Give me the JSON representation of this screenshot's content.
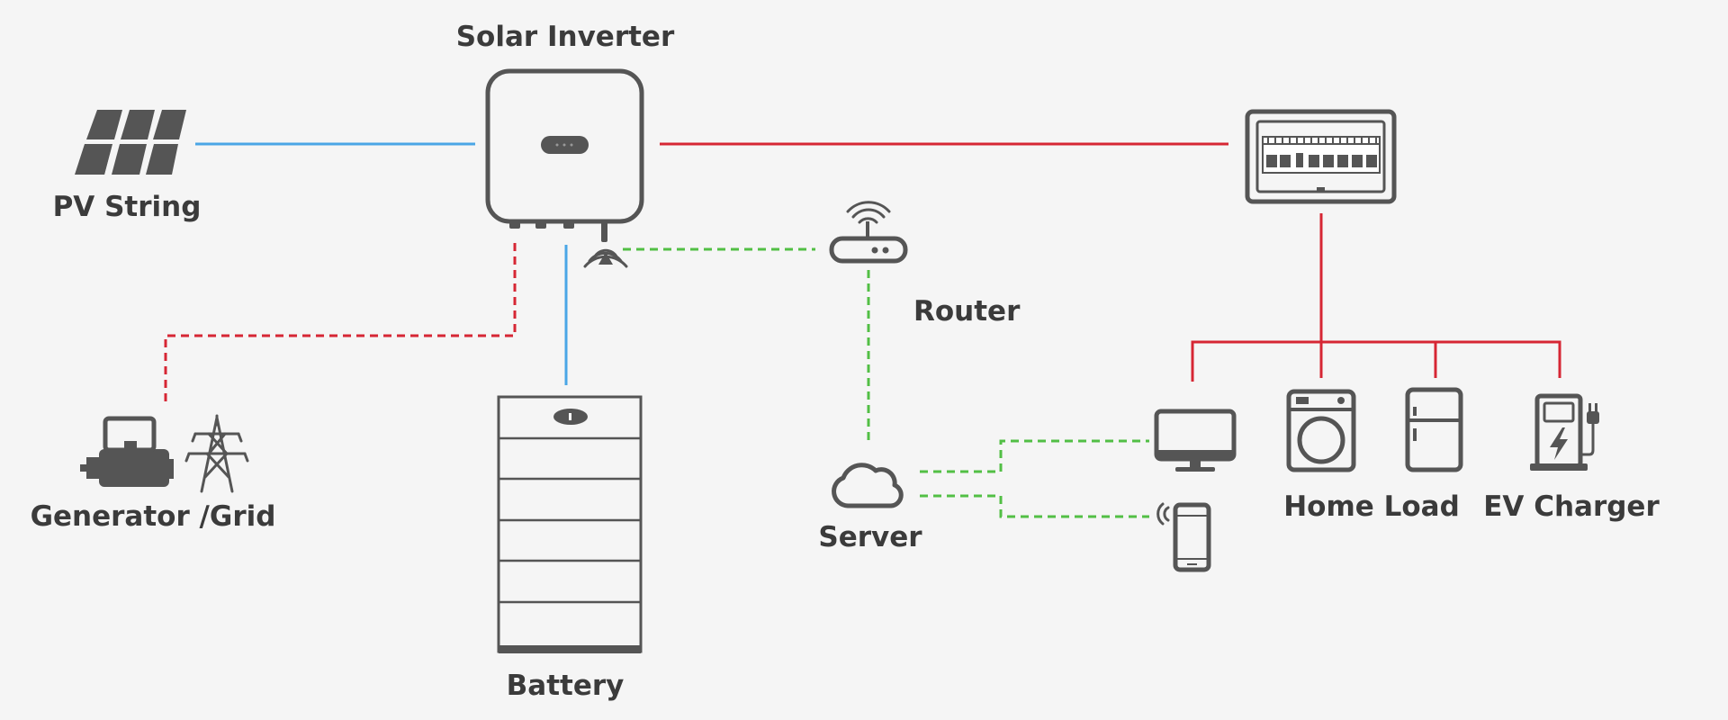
{
  "labels": {
    "solar_inverter": "Solar Inverter",
    "pv_string": "PV String",
    "router": "Router",
    "generator_grid": "Generator /Grid",
    "battery": "Battery",
    "server": "Server",
    "home_load": "Home Load",
    "ev_charger": "EV Charger"
  },
  "icons": [
    "solar-panel-icon",
    "inverter-icon",
    "distribution-board-icon",
    "wifi-signal-icon",
    "router-icon",
    "generator-icon",
    "transmission-tower-icon",
    "battery-icon",
    "cloud-icon",
    "monitor-icon",
    "phone-icon",
    "washing-machine-icon",
    "refrigerator-icon",
    "ev-charger-icon"
  ],
  "colors": {
    "power_line": "#d62634",
    "pv_battery_line": "#4aa6e6",
    "data_line": "#52bf45",
    "icon": "#555555",
    "text": "#3b3b3b",
    "background": "#f5f5f5"
  }
}
